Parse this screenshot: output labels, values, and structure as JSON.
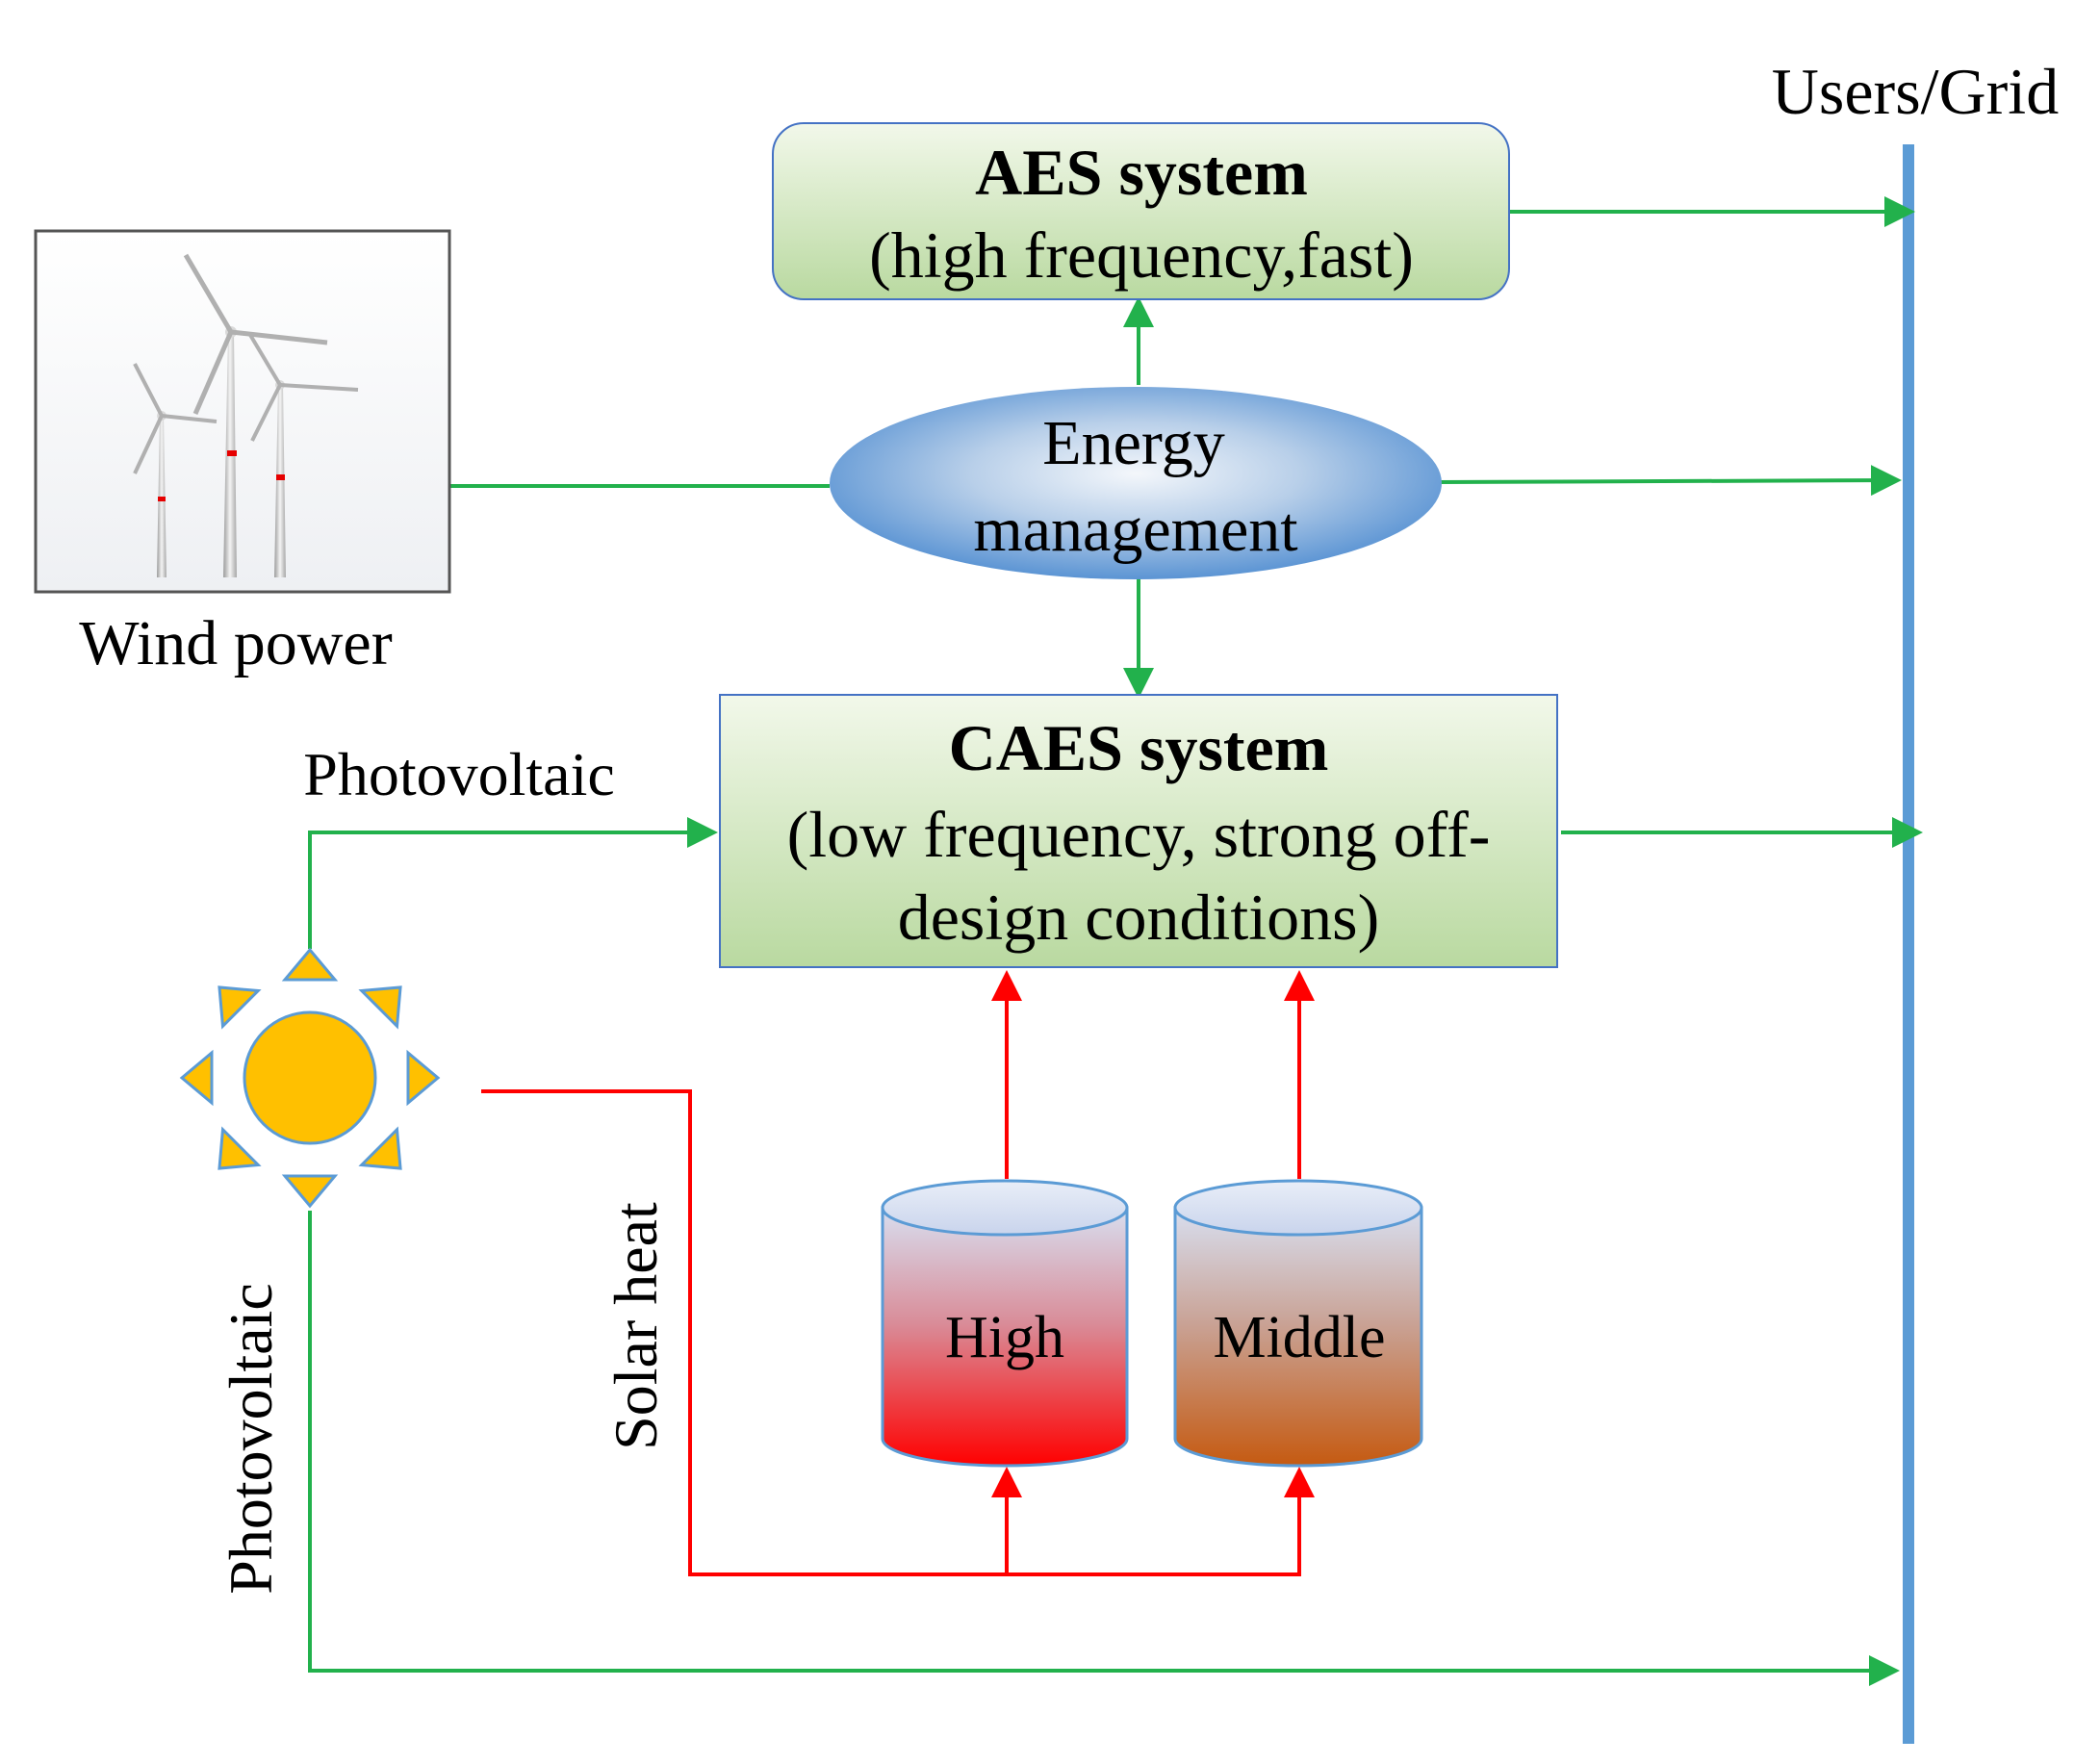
{
  "grid": {
    "label": "Users/Grid",
    "color": "#5b9bd5"
  },
  "aes": {
    "title": "AES system",
    "subtitle": "(high frequency,fast)"
  },
  "energy_management": {
    "line1": "Energy",
    "line2": "management"
  },
  "wind": {
    "label": "Wind power",
    "icon": "wind-turbines-icon"
  },
  "caes": {
    "title": "CAES system",
    "line2": "(low frequency, strong off-",
    "line3": "design conditions)"
  },
  "solar": {
    "pv_label_top": "Photovoltaic",
    "pv_label_side": "Photovoltaic",
    "heat_label": "Solar heat",
    "icon": "sun-icon"
  },
  "tanks": {
    "high": "High",
    "middle": "Middle"
  },
  "colors": {
    "electric_flow": "#22b14c",
    "heat_flow": "#ff0000",
    "box_border": "#4472c4"
  }
}
